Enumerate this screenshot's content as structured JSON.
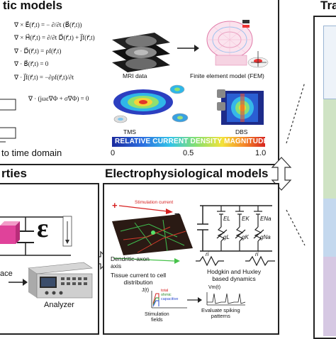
{
  "top_panel": {
    "title": "tic models",
    "equations": [
      "∇ × E⃗(r⃗,t) = − ∂/∂t (B⃗(r⃗,t))",
      "∇ × H⃗(r⃗,t) = ∂/∂t D⃗(r⃗,t) + J⃗f(r⃗,t)",
      "∇ · D⃗(r⃗,t) = ρf(r⃗,t)",
      "∇ · B⃗(r⃗,t) = 0",
      "∇ · J⃗f(r⃗,t) = −∂ρf(r⃗,t)/∂t",
      "∇ · (jωε∇Φ + σ∇Φ) = 0"
    ],
    "time_domain": "to time domain",
    "mri_label": "MRI data",
    "fem_label": "Finite element model (FEM)",
    "tms_label": "TMS",
    "dbs_label": "DBS",
    "colorbar_title": "RELATIVE CURRENT DENSITY MAGNITUDE",
    "colorbar_ticks": [
      "0",
      "0.5",
      "1.0"
    ]
  },
  "properties_panel": {
    "title": "rties",
    "epsilon": "ε",
    "left_label": "ace",
    "analyzer_label": "Analyzer"
  },
  "electro_panel": {
    "title": "Electrophysiological models",
    "stim_current": "Stimulation current",
    "plus": "+",
    "minus": "−",
    "dendritic": "Dendritic-axon\naxis",
    "tissue": "Tissue current to cell\ndistribution",
    "hh": "Hodgkin and Huxley\nbased dynamics",
    "el": "EL",
    "ek": "EK",
    "ena": "ENa",
    "gl": "gL",
    "gk": "gK",
    "gna": "gNa",
    "ri1": "ri",
    "ri2": "ri",
    "jt": "J(t)",
    "total": "total",
    "ohmic": "ohmic",
    "capacitive": "capacitive",
    "stim_fields": "Stimulation\nfields",
    "vm": "Vm(t)",
    "spiking": "Evaluate spiking\npatterns"
  },
  "right_panel": {
    "title": "Tra"
  },
  "colors": {
    "green_strip": "#cfe3c4",
    "blue_strip": "#c4d8ee",
    "purple_strip": "#d6c8e3",
    "magenta_cube": "#e0429a",
    "stim_red": "#d62020"
  }
}
